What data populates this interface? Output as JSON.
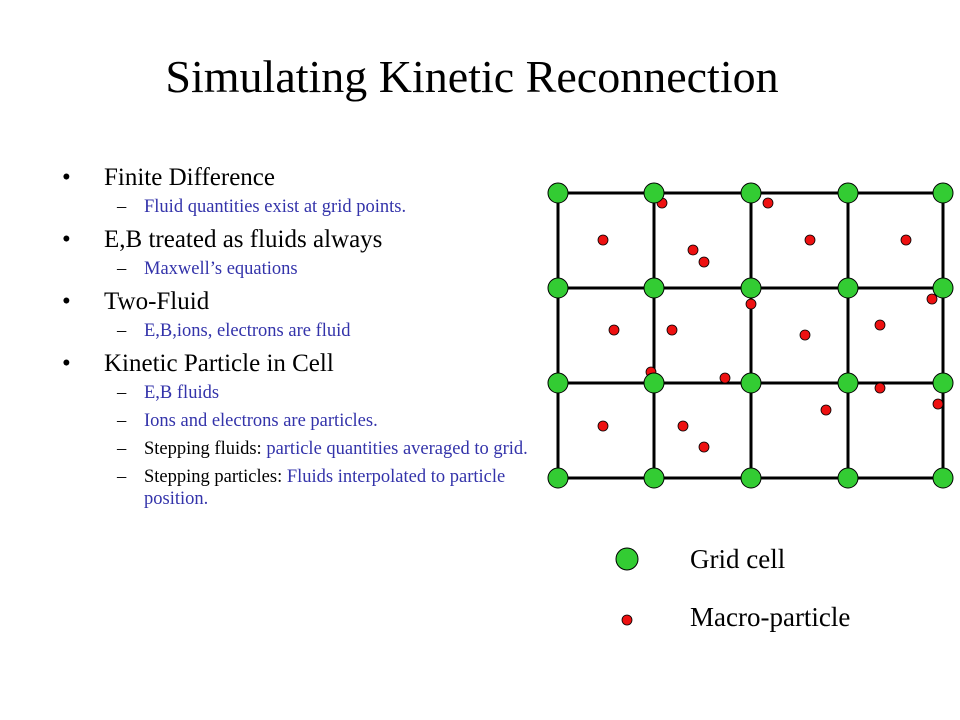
{
  "slide": {
    "title": "Simulating Kinetic Reconnection"
  },
  "bullets": [
    {
      "text": "Finite Difference",
      "subs": [
        {
          "blue": "Fluid quantities exist at grid points."
        }
      ]
    },
    {
      "text": "E,B treated as fluids always",
      "subs": [
        {
          "blue": "Maxwell’s equations"
        }
      ]
    },
    {
      "text": "Two-Fluid",
      "subs": [
        {
          "blue": "E,B,ions, electrons are fluid"
        }
      ]
    },
    {
      "text": "Kinetic Particle in Cell",
      "subs": [
        {
          "blue": "E,B fluids"
        },
        {
          "blue": "Ions and electrons are particles."
        },
        {
          "lead": "Stepping fluids: ",
          "blue": "particle quantities averaged to grid."
        },
        {
          "lead": "Stepping particles: ",
          "blue": "Fluids interpolated to particle position."
        }
      ]
    }
  ],
  "legend": {
    "grid_label": "Grid cell",
    "particle_label": "Macro-particle"
  },
  "colors": {
    "grid_node": "#33cc33",
    "particle": "#ee1111",
    "sub_text": "#3333aa"
  }
}
